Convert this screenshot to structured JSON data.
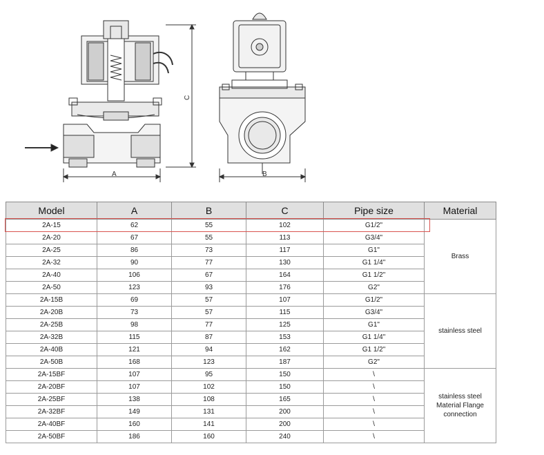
{
  "drawing": {
    "dimension_labels": {
      "a": "A",
      "b": "B",
      "c": "C"
    }
  },
  "table": {
    "headers": {
      "model": "Model",
      "a": "A",
      "b": "B",
      "c": "C",
      "pipe": "Pipe size",
      "material": "Material"
    },
    "groups": [
      {
        "material": "Brass",
        "rows": [
          {
            "model": "2A-15",
            "a": "62",
            "b": "55",
            "c": "102",
            "pipe": "G1/2\""
          },
          {
            "model": "2A-20",
            "a": "67",
            "b": "55",
            "c": "113",
            "pipe": "G3/4\""
          },
          {
            "model": "2A-25",
            "a": "86",
            "b": "73",
            "c": "117",
            "pipe": "G1\""
          },
          {
            "model": "2A-32",
            "a": "90",
            "b": "77",
            "c": "130",
            "pipe": "G1 1/4\""
          },
          {
            "model": "2A-40",
            "a": "106",
            "b": "67",
            "c": "164",
            "pipe": "G1 1/2\""
          },
          {
            "model": "2A-50",
            "a": "123",
            "b": "93",
            "c": "176",
            "pipe": "G2\""
          }
        ]
      },
      {
        "material": "stainless steel",
        "rows": [
          {
            "model": "2A-15B",
            "a": "69",
            "b": "57",
            "c": "107",
            "pipe": "G1/2\""
          },
          {
            "model": "2A-20B",
            "a": "73",
            "b": "57",
            "c": "115",
            "pipe": "G3/4\""
          },
          {
            "model": "2A-25B",
            "a": "98",
            "b": "77",
            "c": "125",
            "pipe": "G1\""
          },
          {
            "model": "2A-32B",
            "a": "115",
            "b": "87",
            "c": "153",
            "pipe": "G1 1/4\""
          },
          {
            "model": "2A-40B",
            "a": "121",
            "b": "94",
            "c": "162",
            "pipe": "G1 1/2\""
          },
          {
            "model": "2A-50B",
            "a": "168",
            "b": "123",
            "c": "187",
            "pipe": "G2\""
          }
        ]
      },
      {
        "material": "stainless steel\nMaterial Flange\nconnection",
        "rows": [
          {
            "model": "2A-15BF",
            "a": "107",
            "b": "95",
            "c": "150",
            "pipe": "\\"
          },
          {
            "model": "2A-20BF",
            "a": "107",
            "b": "102",
            "c": "150",
            "pipe": "\\"
          },
          {
            "model": "2A-25BF",
            "a": "138",
            "b": "108",
            "c": "165",
            "pipe": "\\"
          },
          {
            "model": "2A-32BF",
            "a": "149",
            "b": "131",
            "c": "200",
            "pipe": "\\"
          },
          {
            "model": "2A-40BF",
            "a": "160",
            "b": "141",
            "c": "200",
            "pipe": "\\"
          },
          {
            "model": "2A-50BF",
            "a": "186",
            "b": "160",
            "c": "240",
            "pipe": "\\"
          }
        ]
      }
    ],
    "highlight_color": "#d9534f",
    "header_bg": "#e0e0e0"
  }
}
